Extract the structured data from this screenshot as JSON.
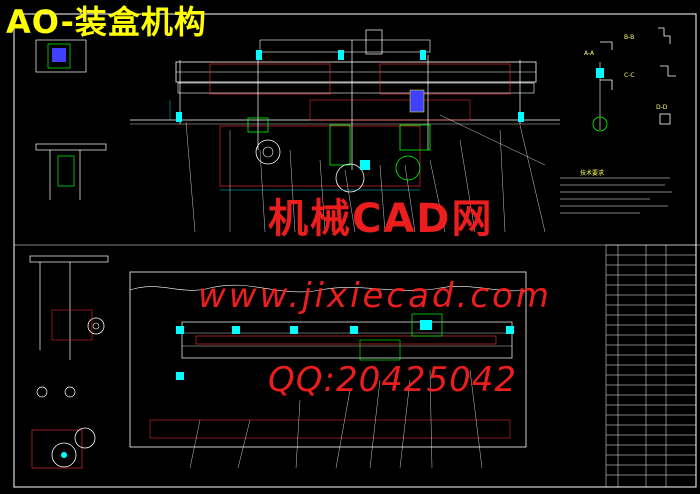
{
  "drawing": {
    "title": "AO-装盒机构",
    "section_labels": [
      "A-A",
      "B-B",
      "C-C",
      "D-D"
    ],
    "notes_heading": "技术要求"
  },
  "watermark": {
    "site_cn": "机械CAD网",
    "url": "www.jixiecad.com",
    "qq": "QQ:20425042"
  },
  "colors": {
    "background": "#000000",
    "outline": "#ffffff",
    "part": "#00ff00",
    "hidden": "#ff3030",
    "dimension": "#00ffff",
    "fill": "#4040ff",
    "title": "#ffff00"
  }
}
